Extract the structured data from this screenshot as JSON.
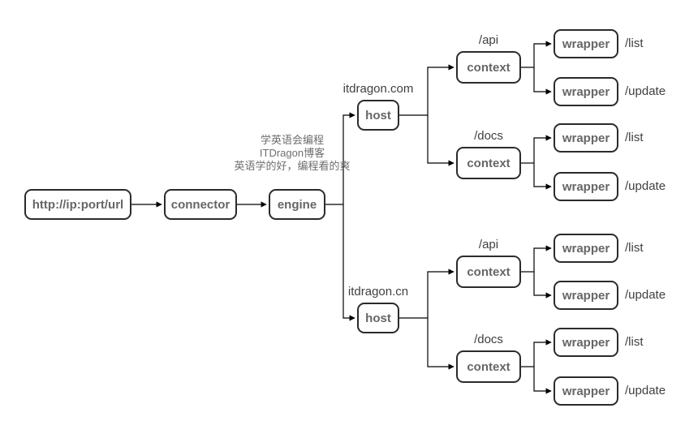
{
  "diagram": {
    "request": {
      "label": "http://ip:port/url"
    },
    "connector": {
      "label": "connector"
    },
    "engine": {
      "label": "engine"
    },
    "note": {
      "lines": [
        "学英语会编程",
        "ITDragon博客",
        "英语学的好，编程看的爽"
      ]
    },
    "hosts": [
      {
        "label": "host",
        "annotation": "itdragon.com",
        "contexts": [
          {
            "label": "context",
            "annotation": "/api",
            "wrappers": [
              {
                "label": "wrapper",
                "annotation": "/list"
              },
              {
                "label": "wrapper",
                "annotation": "/update"
              }
            ]
          },
          {
            "label": "context",
            "annotation": "/docs",
            "wrappers": [
              {
                "label": "wrapper",
                "annotation": "/list"
              },
              {
                "label": "wrapper",
                "annotation": "/update"
              }
            ]
          }
        ]
      },
      {
        "label": "host",
        "annotation": "itdragon.cn",
        "contexts": [
          {
            "label": "context",
            "annotation": "/api",
            "wrappers": [
              {
                "label": "wrapper",
                "annotation": "/list"
              },
              {
                "label": "wrapper",
                "annotation": "/update"
              }
            ]
          },
          {
            "label": "context",
            "annotation": "/docs",
            "wrappers": [
              {
                "label": "wrapper",
                "annotation": "/list"
              },
              {
                "label": "wrapper",
                "annotation": "/update"
              }
            ]
          }
        ]
      }
    ],
    "colors": {
      "background": "#ffffff",
      "box_border": "#2b2b2b",
      "box_fill": "#ffffff",
      "box_text": "#666666",
      "annotation_text": "#404040",
      "note_text": "#6e6e6e",
      "line": "#000000"
    }
  }
}
